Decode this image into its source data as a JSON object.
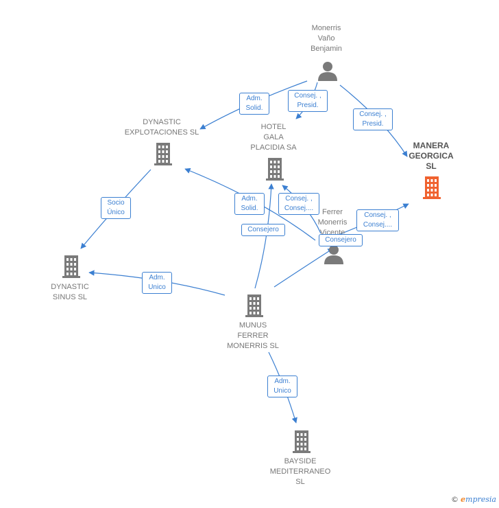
{
  "nodes": {
    "monerris_vano": {
      "lines": [
        "Monerris",
        "Vaño",
        "Benjamin"
      ],
      "kind": "person"
    },
    "dynastic_explotaciones": {
      "lines": [
        "DYNASTIC",
        "EXPLOTACIONES SL"
      ],
      "kind": "company"
    },
    "hotel_gala": {
      "lines": [
        "HOTEL",
        "GALA",
        "PLACIDIA SA"
      ],
      "kind": "company"
    },
    "manera_georgica": {
      "lines": [
        "MANERA",
        "GEORGICA",
        "SL"
      ],
      "kind": "company-main"
    },
    "ferrer_monerris": {
      "lines": [
        "Ferrer",
        "Monerris",
        "Vicente"
      ],
      "kind": "person"
    },
    "dynastic_sinus": {
      "lines": [
        "DYNASTIC",
        "SINUS  SL"
      ],
      "kind": "company"
    },
    "munus_ferrer": {
      "lines": [
        "MUNUS",
        "FERRER",
        "MONERRIS  SL"
      ],
      "kind": "company"
    },
    "bayside": {
      "lines": [
        "BAYSIDE",
        "MEDITERRANEO",
        "SL"
      ],
      "kind": "company"
    }
  },
  "relations": {
    "r1": {
      "lines": [
        "Adm.",
        "Solid."
      ]
    },
    "r2": {
      "lines": [
        "Consej. ,",
        "Presid."
      ]
    },
    "r3": {
      "lines": [
        "Consej. ,",
        "Presid."
      ]
    },
    "r4": {
      "lines": [
        "Socio",
        "Único"
      ]
    },
    "r5": {
      "lines": [
        "Adm.",
        "Solid."
      ]
    },
    "r6": {
      "lines": [
        "Consej. ,",
        "Consej...."
      ]
    },
    "r7": {
      "lines": [
        "Consej. ,",
        "Consej...."
      ]
    },
    "r8": {
      "lines": [
        "Consejero"
      ]
    },
    "r9": {
      "lines": [
        "Consejero"
      ]
    },
    "r10": {
      "lines": [
        "Adm.",
        "Unico"
      ]
    },
    "r11": {
      "lines": [
        "Adm.",
        "Unico"
      ]
    }
  },
  "footer": {
    "copyright": "©",
    "brand_first": "e",
    "brand_rest": "mpresia"
  },
  "colors": {
    "edge": "#3b7fd1",
    "node": "#7a7a7a",
    "main_node": "#f0622f"
  }
}
